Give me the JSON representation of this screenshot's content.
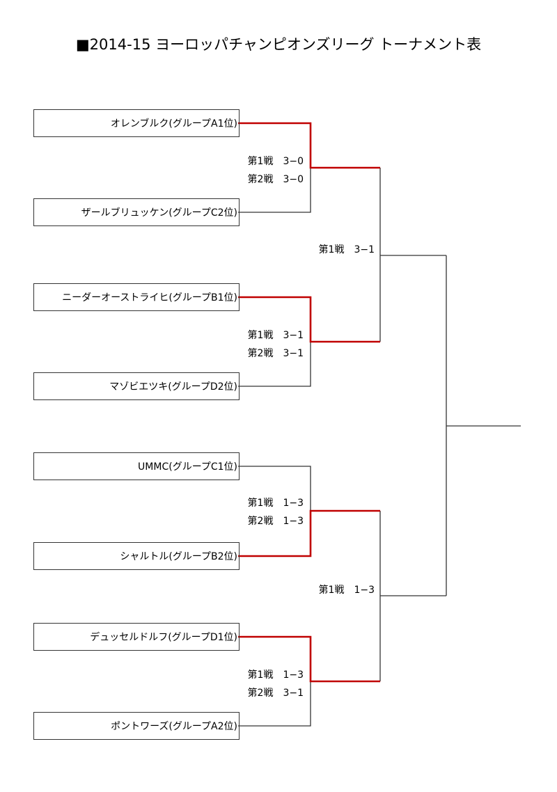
{
  "title": "■2014-15 ヨーロッパチャンピオンズリーグ トーナメント表",
  "colors": {
    "winner_line": "#c00000",
    "line": "#333333"
  },
  "teams": [
    "オレンブルク(グループA1位)",
    "ザールブリュッケン(グループC2位)",
    "ニーダーオーストライヒ(グループB1位)",
    "マゾビエツキ(グループD2位)",
    "UMMC(グループC1位)",
    "シャルトル(グループB2位)",
    "デュッセルドルフ(グループD1位)",
    "ポントワーズ(グループA2位)"
  ],
  "quarterfinals": [
    {
      "leg1": "第1戦　3−0",
      "leg2": "第2戦　3−0",
      "winner": 0
    },
    {
      "leg1": "第1戦　3−1",
      "leg2": "第2戦　3−1",
      "winner": 0
    },
    {
      "leg1": "第1戦　1−3",
      "leg2": "第2戦　1−3",
      "winner": 1
    },
    {
      "leg1": "第1戦　1−3",
      "leg2": "第2戦　3−1",
      "winner": 0
    }
  ],
  "semifinals": [
    {
      "leg1": "第1戦　3−1"
    },
    {
      "leg1": "第1戦　1−3"
    }
  ]
}
